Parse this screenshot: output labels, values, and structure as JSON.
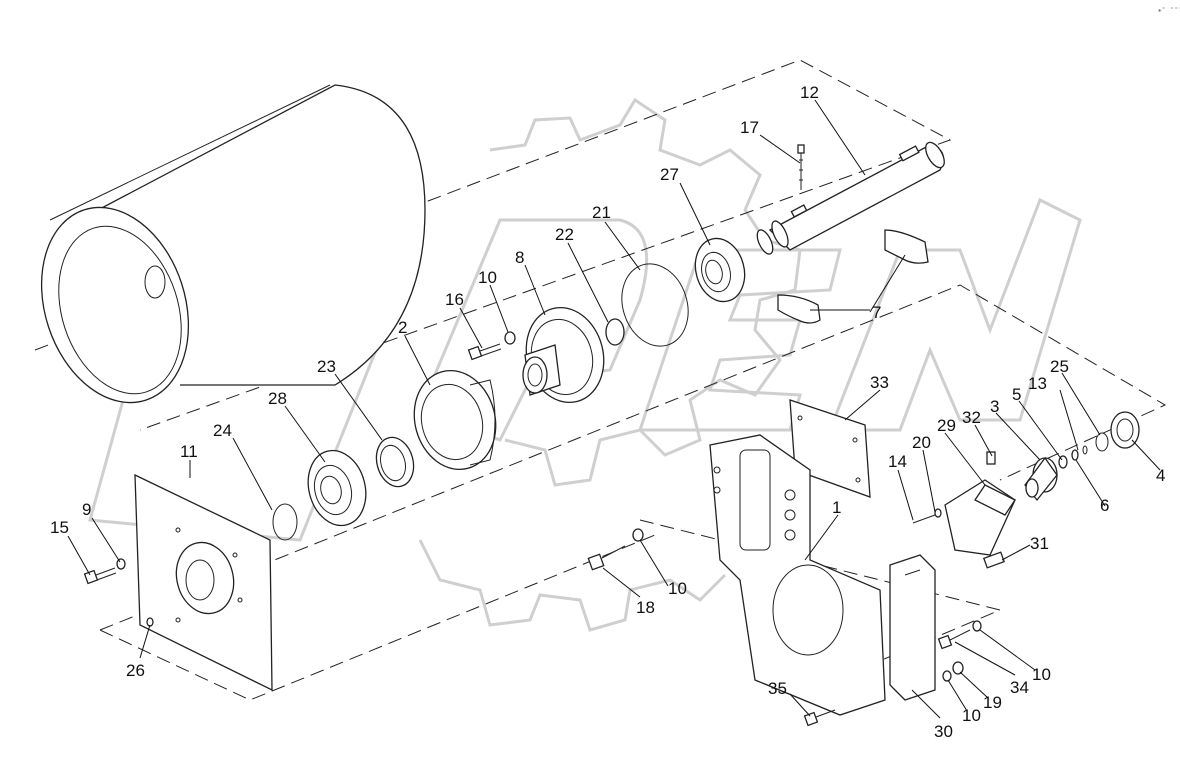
{
  "diagram": {
    "corner_mark": "⁎⁼ ⁼⁼⁼",
    "colors": {
      "line": "#222222",
      "watermark": "#cfcfcf",
      "background": "#ffffff"
    },
    "callouts": [
      "12",
      "17",
      "27",
      "21",
      "22",
      "8",
      "10",
      "16",
      "2",
      "23",
      "28",
      "24",
      "11",
      "9",
      "15",
      "26",
      "7",
      "33",
      "25",
      "13",
      "5",
      "3",
      "32",
      "29",
      "20",
      "14",
      "4",
      "6",
      "31",
      "1",
      "10",
      "18",
      "10",
      "34",
      "19",
      "10",
      "35",
      "30"
    ]
  }
}
